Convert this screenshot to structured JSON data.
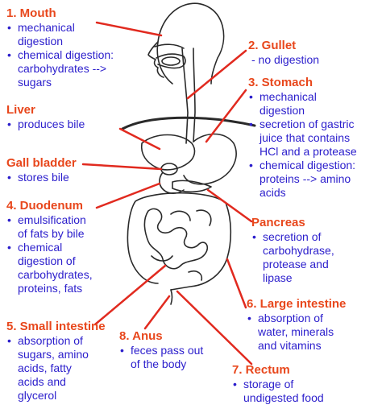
{
  "colors": {
    "title": "#e8471c",
    "body": "#2b1ecc",
    "leader": "#e12a1f",
    "outline": "#2a2a2a"
  },
  "mouth": {
    "title": "1. Mouth",
    "b1": "mechanical",
    "b1c": "digestion",
    "b2": "chemical digestion:",
    "b2c1": "carbohydrates -->",
    "b2c2": "sugars"
  },
  "gullet": {
    "title": "2. Gullet",
    "line": "- no digestion"
  },
  "stomach": {
    "title": "3. Stomach",
    "b1": "mechanical",
    "b1c": "digestion",
    "b2": "secretion of gastric",
    "b2c1": "juice that contains",
    "b2c2": "HCl and a protease",
    "b3": "chemical digestion:",
    "b3c1": "proteins --> amino",
    "b3c2": "acids"
  },
  "liver": {
    "title": "Liver",
    "b1": "produces bile"
  },
  "gall": {
    "title": "Gall bladder",
    "b1": "stores bile"
  },
  "duodenum": {
    "title": "4. Duodenum",
    "b1": "emulsification",
    "b1c": "of fats by bile",
    "b2": "chemical",
    "b2c1": "digestion of",
    "b2c2": "carbohydrates,",
    "b2c3": "proteins, fats"
  },
  "pancreas": {
    "title": "Pancreas",
    "b1": "secretion of",
    "b1c1": "carbohydrase,",
    "b1c2": "protease and",
    "b1c3": "lipase"
  },
  "large": {
    "title": "6. Large intestine",
    "b1": "absorption of",
    "b1c1": "water, minerals",
    "b1c2": "and vitamins"
  },
  "small": {
    "title": "5. Small intestine",
    "b1": "absorption of",
    "b1c1": "sugars, amino",
    "b1c2": "acids, fatty",
    "b1c3": "acids and",
    "b1c4": "glycerol"
  },
  "anus": {
    "title": "8. Anus",
    "b1": "feces pass out",
    "b1c": "of the body"
  },
  "rectum": {
    "title": "7. Rectum",
    "b1": "storage of",
    "b1c": "undigested food"
  }
}
